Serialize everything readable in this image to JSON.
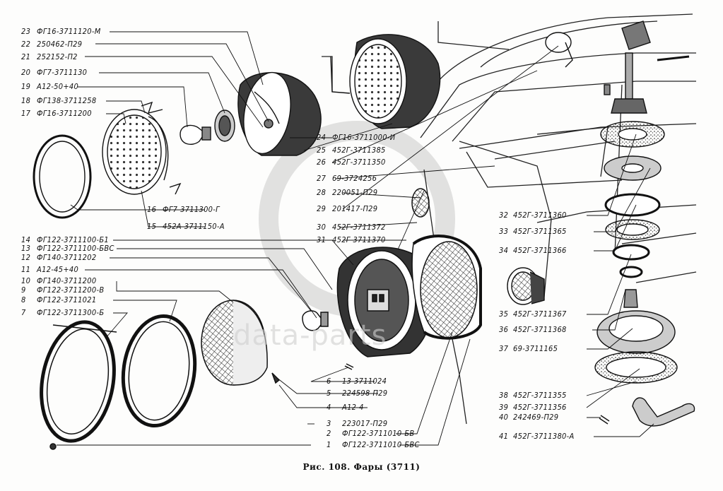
{
  "figure": {
    "caption": "Рис. 108. Фары (3711)",
    "watermark_text": "data-parts"
  },
  "callouts_left": [
    {
      "num": "23",
      "code": "ФГ16-3711120-М"
    },
    {
      "num": "22",
      "code": "250462-П29"
    },
    {
      "num": "21",
      "code": "252152-П2"
    },
    {
      "num": "20",
      "code": "ФГ7-3711130"
    },
    {
      "num": "19",
      "code": "А12-50+40"
    },
    {
      "num": "18",
      "code": "ФГ138-3711258"
    },
    {
      "num": "17",
      "code": "ФГ16-3711200"
    },
    {
      "num": "14",
      "code": "ФГ122-3711100-Б1"
    },
    {
      "num": "13",
      "code": "ФГ122-3711100-БВС"
    },
    {
      "num": "12",
      "code": "ФГ140-3711202"
    },
    {
      "num": "11",
      "code": "А12-45+40"
    },
    {
      "num": "10",
      "code": "ФГ140-3711200"
    },
    {
      "num": "9",
      "code": "ФГ122-3711200-В"
    },
    {
      "num": "8",
      "code": "ФГ122-3711021"
    },
    {
      "num": "7",
      "code": "ФГ122-3711300-Б"
    }
  ],
  "callouts_mid": [
    {
      "num": "16",
      "code": "ФГ7-3711300-Г"
    },
    {
      "num": "15",
      "code": "452А-3711150-А"
    },
    {
      "num": "24",
      "code": "ФГ16-3711000-И"
    },
    {
      "num": "25",
      "code": "452Г-3711385"
    },
    {
      "num": "26",
      "code": "452Г-3711350"
    },
    {
      "num": "27",
      "code": "69-3724256"
    },
    {
      "num": "28",
      "code": "220051-П29"
    },
    {
      "num": "29",
      "code": "201417-П29"
    },
    {
      "num": "30",
      "code": "452Г-3711372"
    },
    {
      "num": "31",
      "code": "452Г-3711370"
    },
    {
      "num": "6",
      "code": "13-3711024"
    },
    {
      "num": "5",
      "code": "224598-П29"
    },
    {
      "num": "4",
      "code": "А12-4"
    },
    {
      "num": "3",
      "code": "223017-П29"
    },
    {
      "num": "2",
      "code": "ФГ122-3711010-БВ"
    },
    {
      "num": "1",
      "code": "ФГ122-3711010-БВС"
    }
  ],
  "callouts_right": [
    {
      "num": "32",
      "code": "452Г-3711360"
    },
    {
      "num": "33",
      "code": "452Г-3711365"
    },
    {
      "num": "34",
      "code": "452Г-3711366"
    },
    {
      "num": "35",
      "code": "452Г-3711367"
    },
    {
      "num": "36",
      "code": "452Г-3711368"
    },
    {
      "num": "37",
      "code": "69-3711165"
    },
    {
      "num": "38",
      "code": "452Г-3711355"
    },
    {
      "num": "39",
      "code": "452Г-3711356"
    },
    {
      "num": "40",
      "code": "242469-П29"
    },
    {
      "num": "41",
      "code": "452Г-3711380-А"
    }
  ]
}
